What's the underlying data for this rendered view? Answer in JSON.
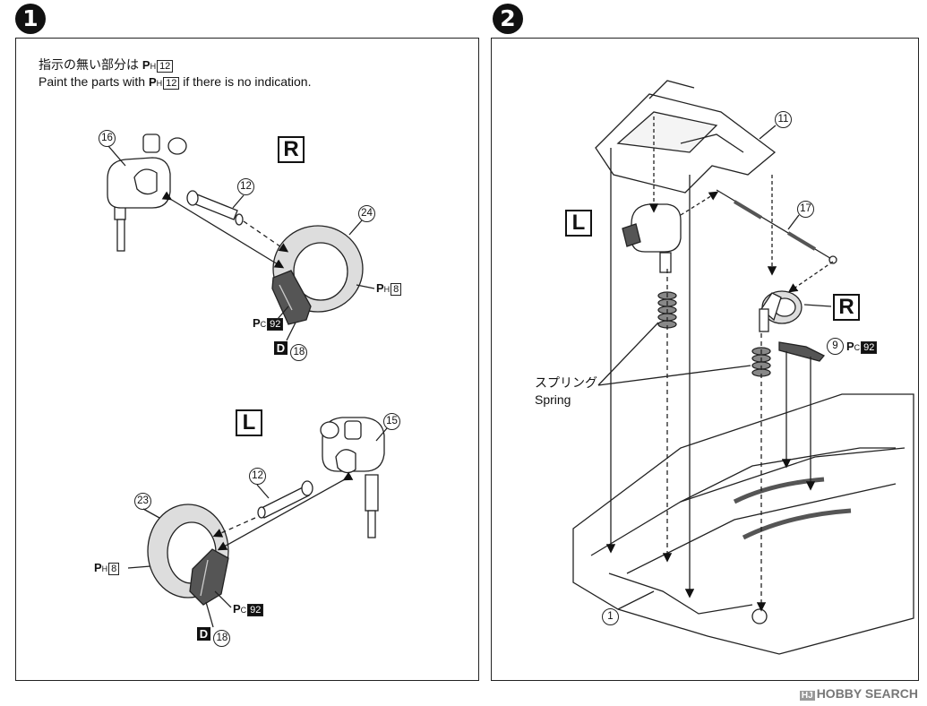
{
  "steps": [
    {
      "number": "1",
      "panel_label": "step-1"
    },
    {
      "number": "2",
      "panel_label": "step-2"
    }
  ],
  "step1": {
    "instruction_jp": "指示の無い部分は",
    "instruction_en": "Paint the parts with",
    "instruction_en_tail": "if there is no indication.",
    "paint_default": {
      "prefix": "P",
      "sub": "H",
      "num": "12"
    },
    "right_label": "R",
    "left_label": "L",
    "callouts_right": [
      "16",
      "12",
      "24"
    ],
    "callouts_left": [
      "15",
      "12",
      "23"
    ],
    "paint_ring_right": {
      "prefix": "P",
      "sub": "H",
      "num": "8"
    },
    "paint_caliper_right": {
      "prefix": "P",
      "sub": "C",
      "num": "92"
    },
    "decal_right": {
      "badge": "D",
      "num": "18"
    },
    "paint_ring_left": {
      "prefix": "P",
      "sub": "H",
      "num": "8"
    },
    "paint_caliper_left": {
      "prefix": "P",
      "sub": "C",
      "num": "92"
    },
    "decal_left": {
      "badge": "D",
      "num": "18"
    }
  },
  "step2": {
    "left_label": "L",
    "right_label": "R",
    "callouts": [
      "11",
      "17",
      "9",
      "1"
    ],
    "paint_part9": {
      "prefix": "P",
      "sub": "C",
      "num": "92"
    },
    "spring_jp": "スプリング",
    "spring_en": "Spring"
  },
  "watermark": {
    "logo": "HJ",
    "text": "HOBBY SEARCH"
  }
}
